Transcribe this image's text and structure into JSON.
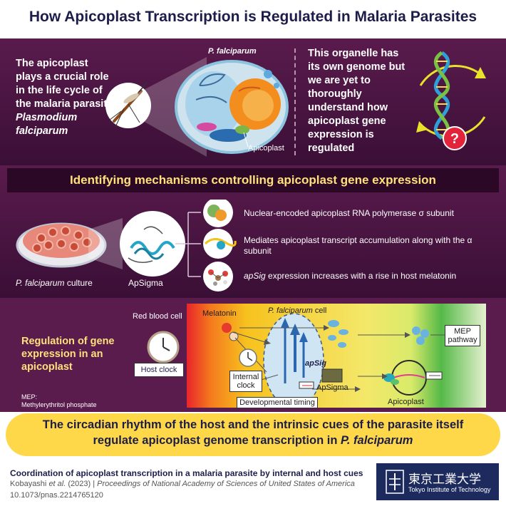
{
  "title": "How Apicoplast Transcription is Regulated in Malaria Parasites",
  "section1": {
    "left_text_plain": "The apicoplast plays a crucial role in the life cycle of the malaria parasite",
    "left_text_italic": "Plasmodium falciparum",
    "parasite_label": "P. falciparum",
    "apicoplast_label": "Apicoplast",
    "right_text": "This organelle has its own genome but we are yet to thoroughly understand how apicoplast gene expression is regulated",
    "question_mark": "?"
  },
  "section2": {
    "title": "Identifying mechanisms controlling apicoplast gene expression",
    "culture_label_italic": "P. falciparum",
    "culture_label_plain": " culture",
    "apsigma_label": "ApSigma",
    "items": [
      {
        "text": "Nuclear-encoded apicoplast RNA polymerase σ subunit"
      },
      {
        "text": "Mediates apicoplast transcript accumulation along with the α subunit"
      },
      {
        "italic": "apSig",
        "text": " expression increases with a rise in host melatonin"
      }
    ]
  },
  "section3": {
    "title": "Regulation of gene expression in an apicoplast",
    "mep_note_1": "MEP:",
    "mep_note_2": "Methylerythritol phosphate",
    "host_clock": "Host clock",
    "red_blood_cell": "Red blood cell",
    "melatonin": "Melatonin",
    "pf_cell_italic": "P. falciparum",
    "pf_cell_plain": " cell",
    "internal_clock": "Internal clock",
    "apsig": "apSig",
    "apsigma": "ApSigma",
    "developmental_timing": "Developmental timing",
    "apicoplast": "Apicoplast",
    "mep_pathway": "MEP pathway"
  },
  "conclusion": {
    "line1": "The circadian rhythm of the host and the intrinsic cues of the parasite itself",
    "line2_plain": "regulate apicoplast genome transcription in ",
    "line2_italic": "P. falciparum"
  },
  "footer": {
    "paper_title": "Coordination of apicoplast transcription in a malaria parasite by internal and host cues",
    "authors_plain": "Kobayashi ",
    "authors_italic": "et al.",
    "year": " (2023) | ",
    "journal": "Proceedings of National Academy of Sciences of United States of America",
    "doi": "10.1073/pnas.2214765120"
  },
  "logo": {
    "japanese": "東京工業大学",
    "english": "Tokyo Institute of Technology"
  },
  "colors": {
    "purple_dark": "#3a0f36",
    "purple": "#5a1b4d",
    "yellow": "#ffd84a",
    "title_navy": "#1d1d4a",
    "logo_navy": "#1d2a5e"
  }
}
